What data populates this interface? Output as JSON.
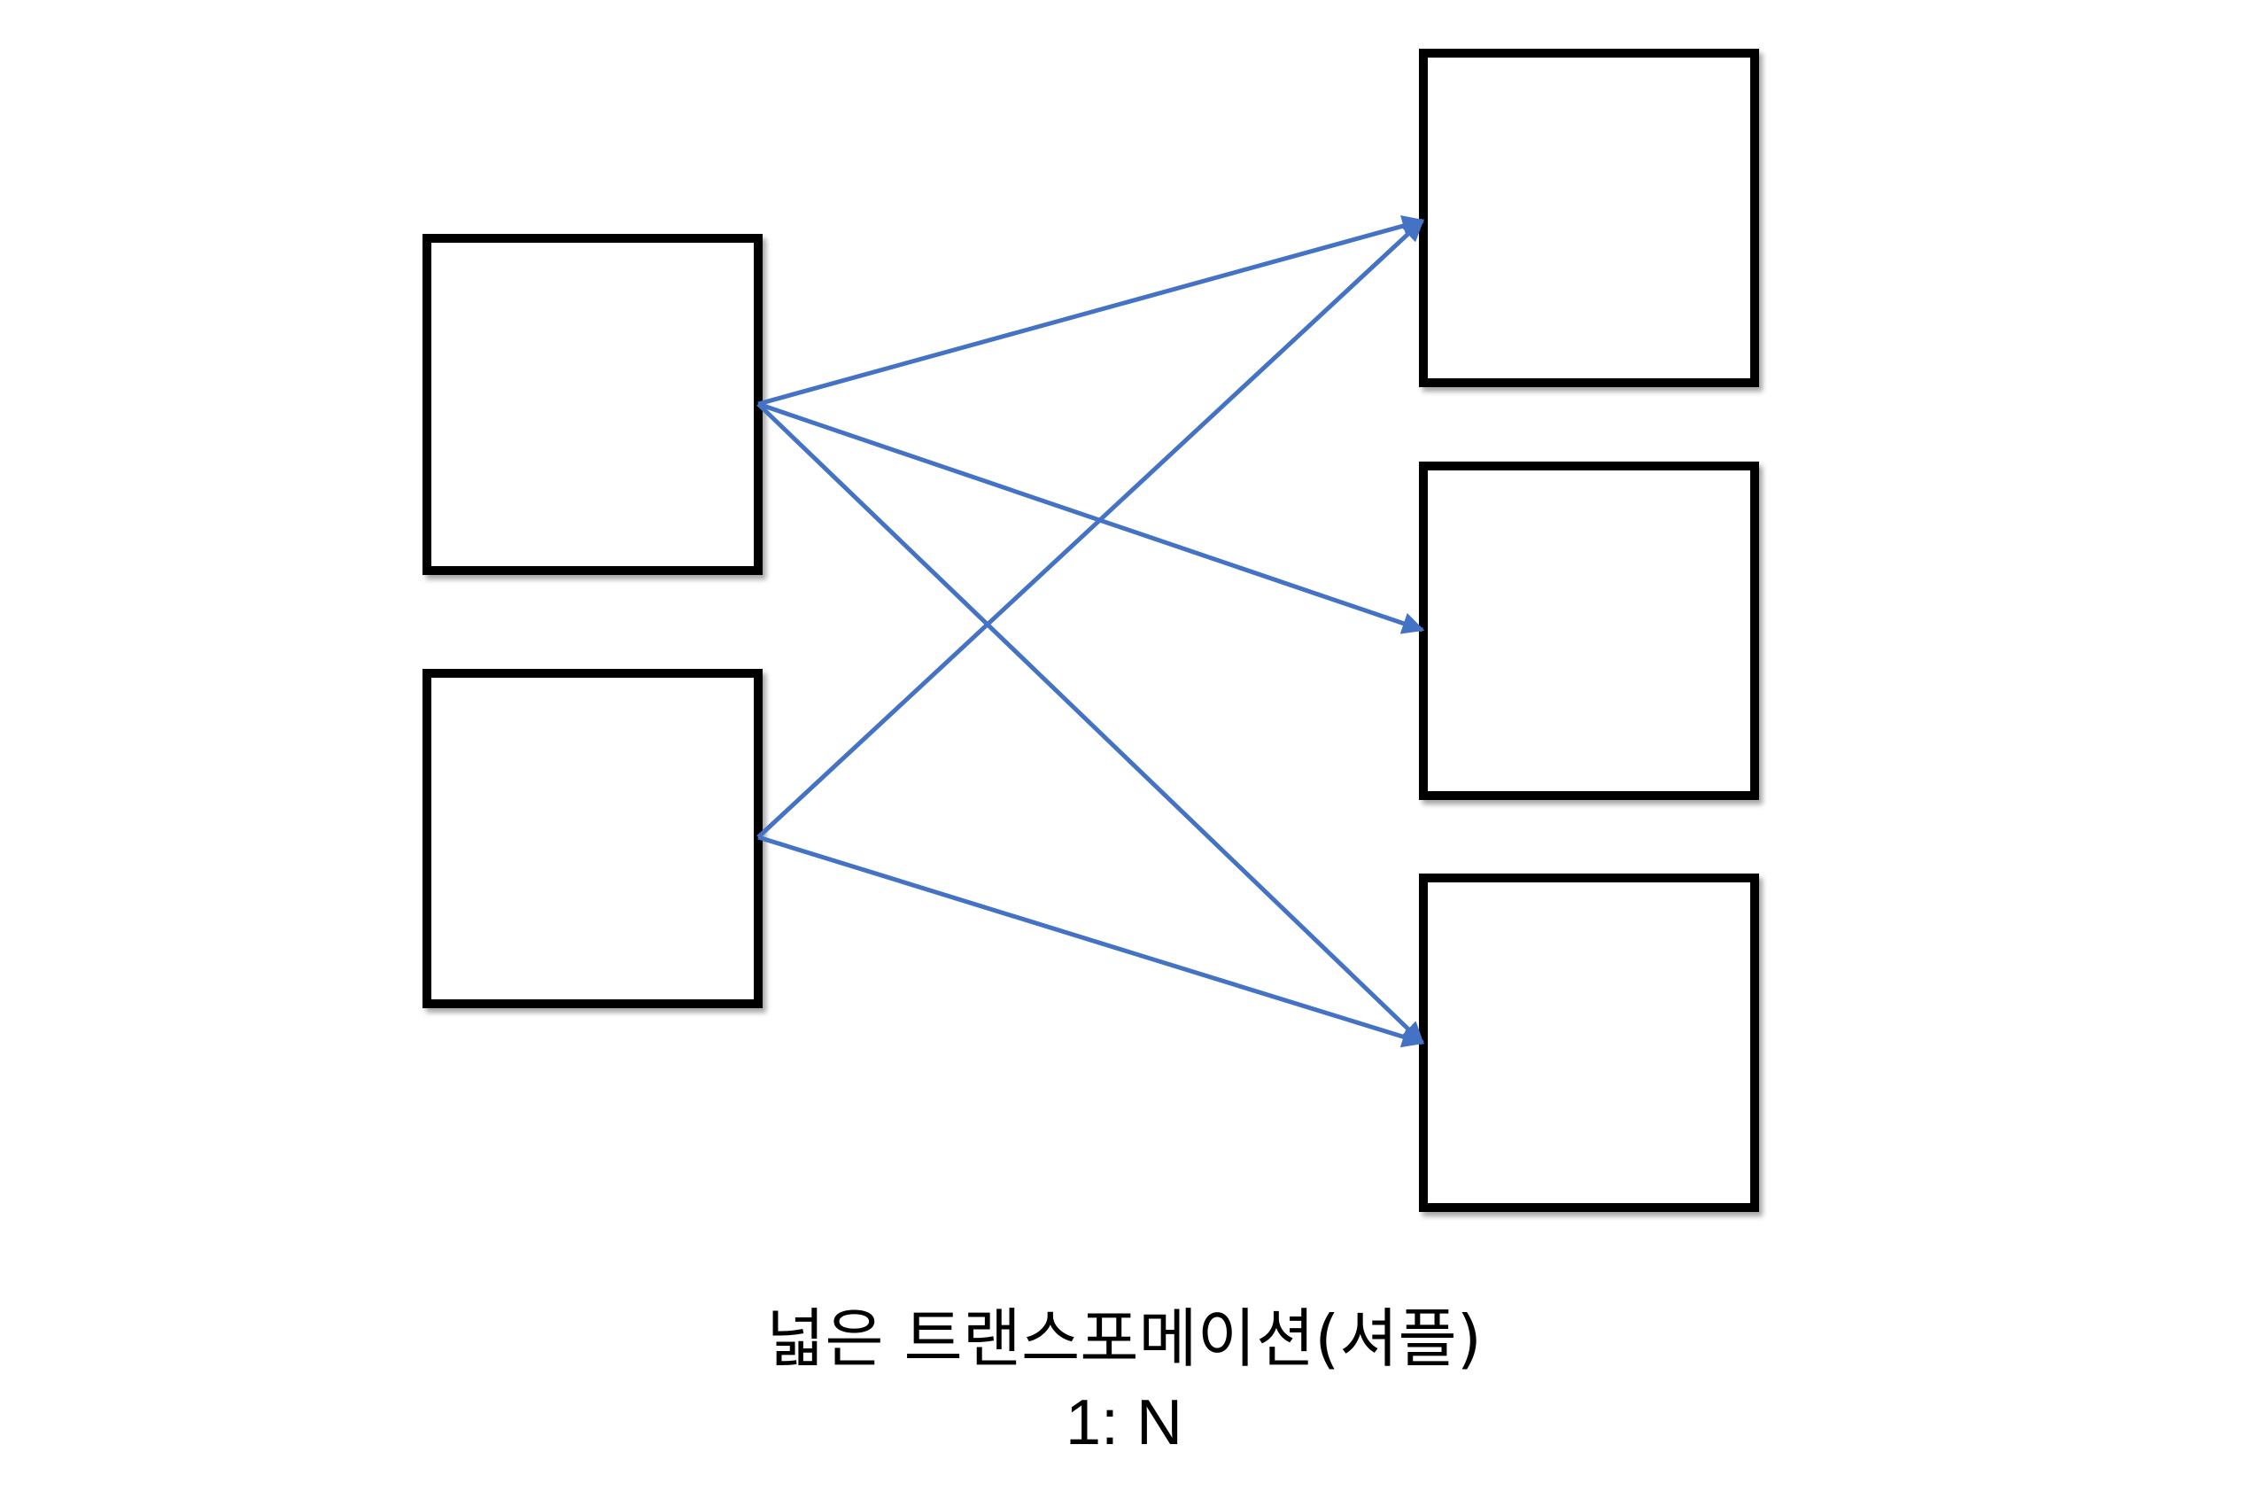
{
  "colors": {
    "box_stroke": "#000000",
    "arrow": "#4472c4",
    "background": "#ffffff"
  },
  "nodes": {
    "left": [
      "",
      ""
    ],
    "right": [
      "",
      "",
      ""
    ]
  },
  "edges": [
    {
      "from": "left-1",
      "to": "right-1"
    },
    {
      "from": "left-1",
      "to": "right-2"
    },
    {
      "from": "left-1",
      "to": "right-3"
    },
    {
      "from": "left-2",
      "to": "right-1"
    },
    {
      "from": "left-2",
      "to": "right-3"
    }
  ],
  "caption": {
    "title": "넓은 트랜스포메이션(셔플)",
    "ratio": "1: N"
  }
}
